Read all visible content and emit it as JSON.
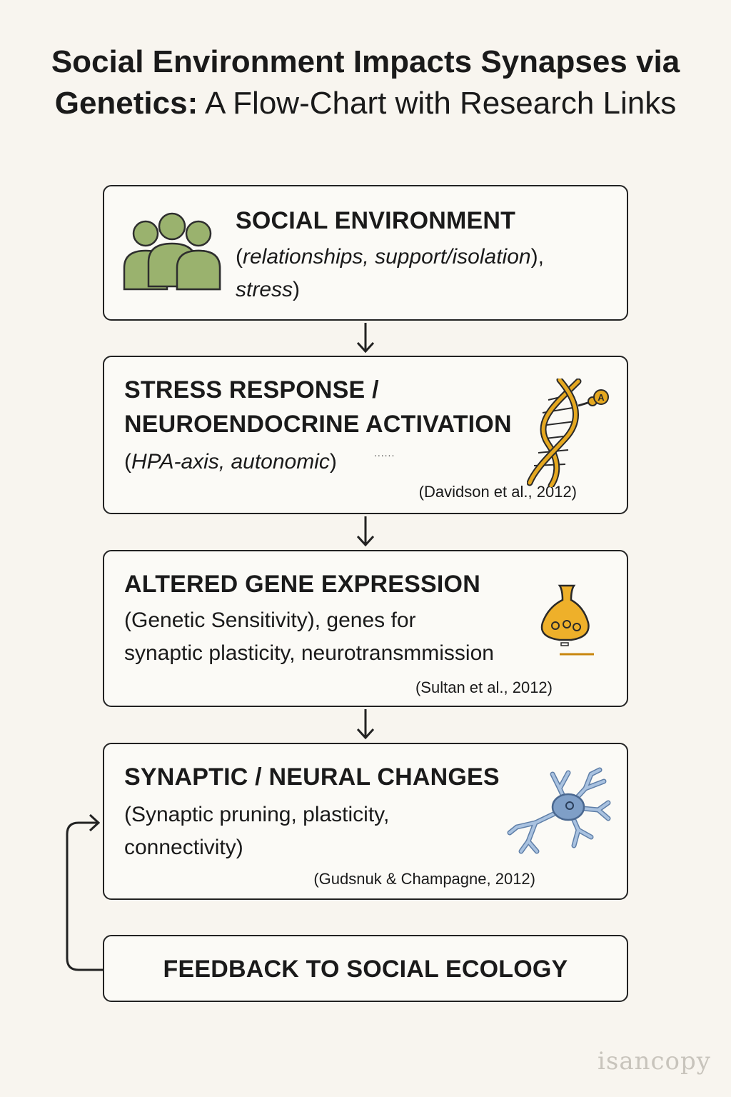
{
  "title": {
    "bold_part": "Social Environment Impacts Synapses via Genetics:",
    "normal_part": " A Flow-Chart with Research Links"
  },
  "boxes": {
    "social": {
      "heading": "SOCIAL ENVIRONMENT",
      "detail_open": "(",
      "detail_italic": "relationships, support/isolation",
      "detail_mid": "),",
      "detail_line2_italic": "stress",
      "detail_close": ")"
    },
    "stress": {
      "heading_line1": "STRESS RESPONSE /",
      "heading_line2": "NEUROENDOCRINE ACTIVATION",
      "detail_open": "(",
      "detail_italic": "HPA-axis, autonomic",
      "detail_close": ")",
      "dots": "......",
      "citation": "(Davidson et al., 2012)",
      "icon_letter": "A"
    },
    "gene": {
      "heading": "ALTERED GENE EXPRESSION",
      "detail_line1": "(Genetic Sensitivity), genes for",
      "detail_line2": "synaptic plasticity, neurotransmmission",
      "citation": "(Sultan et al., 2012)"
    },
    "synaptic": {
      "heading": "SYNAPTIC / NEURAL CHANGES",
      "detail_line1": "(Synaptic pruning, plasticity,",
      "detail_line2": "connectivity)",
      "citation": "(Gudsnuk & Champagne, 2012)"
    },
    "feedback": {
      "heading": "FEEDBACK TO SOCIAL ECOLOGY"
    }
  },
  "watermark": "isancopy",
  "colors": {
    "background": "#f8f5ef",
    "people_icon": "#9ab26e",
    "dna_gold": "#e5a820",
    "synapse_gold": "#eeb02a",
    "neuron_blue": "#7f9fc7"
  }
}
